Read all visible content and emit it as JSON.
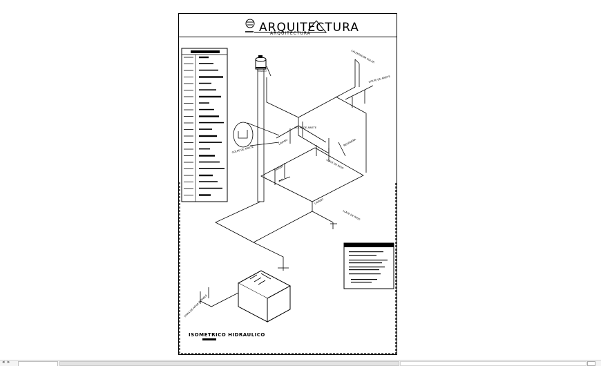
{
  "logo": {
    "word": "ARQUITECTURA",
    "sub": "ARQUITECTURA"
  },
  "drawing": {
    "title": "ISOMETRICO HIDRAULICO"
  },
  "labels": {
    "golpe_ariete_1": "GOLPE DE ARIETE",
    "golpe_ariete_2": "GOLPE DE ARIETE",
    "golpe_ariete_3": "GOLPE DE ARIETE",
    "llave_paso_1": "LLAVE DE PASO",
    "llave_paso_2": "LLAVE DE PASO",
    "lavabo_1": "LAVABO",
    "lavabo_2": "LAVABO",
    "lavabo_3": "LAVABO",
    "wc": "W.C.",
    "tinaco": "TINACO",
    "regadera": "REGADERA",
    "calentador": "CALENTADOR SOLAR",
    "toma": "TOMA DE AGUA POTABLE"
  },
  "status_bar": {
    "nav": "◂ ▸"
  }
}
